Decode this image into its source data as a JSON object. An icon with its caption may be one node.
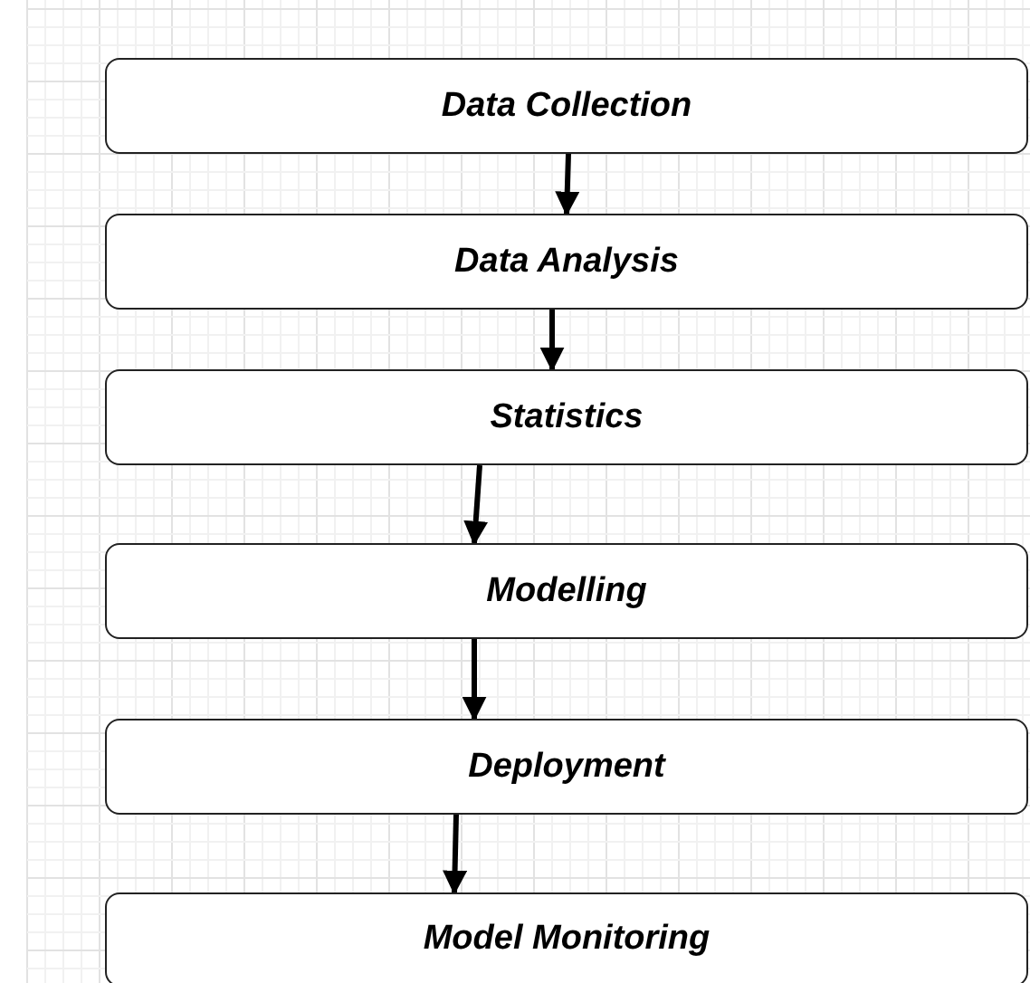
{
  "diagram": {
    "nodes": [
      {
        "text": [
          "Data Collection"
        ]
      },
      {
        "text": [
          "Data Analysis"
        ]
      },
      {
        "text": [
          "Statistics"
        ]
      },
      {
        "text": [
          "Modelling"
        ]
      },
      {
        "text": [
          "Deployment"
        ]
      },
      {
        "text": [
          "Model Monitoring"
        ]
      }
    ],
    "edges": [
      {
        "from": 0,
        "to": 1,
        "arrow": "to"
      },
      {
        "from": 1,
        "to": 2,
        "arrow": "to"
      },
      {
        "from": 2,
        "to": 3,
        "arrow": "to"
      },
      {
        "from": 3,
        "to": 4,
        "arrow": "to"
      },
      {
        "from": 4,
        "to": 5,
        "arrow": "to"
      }
    ]
  }
}
